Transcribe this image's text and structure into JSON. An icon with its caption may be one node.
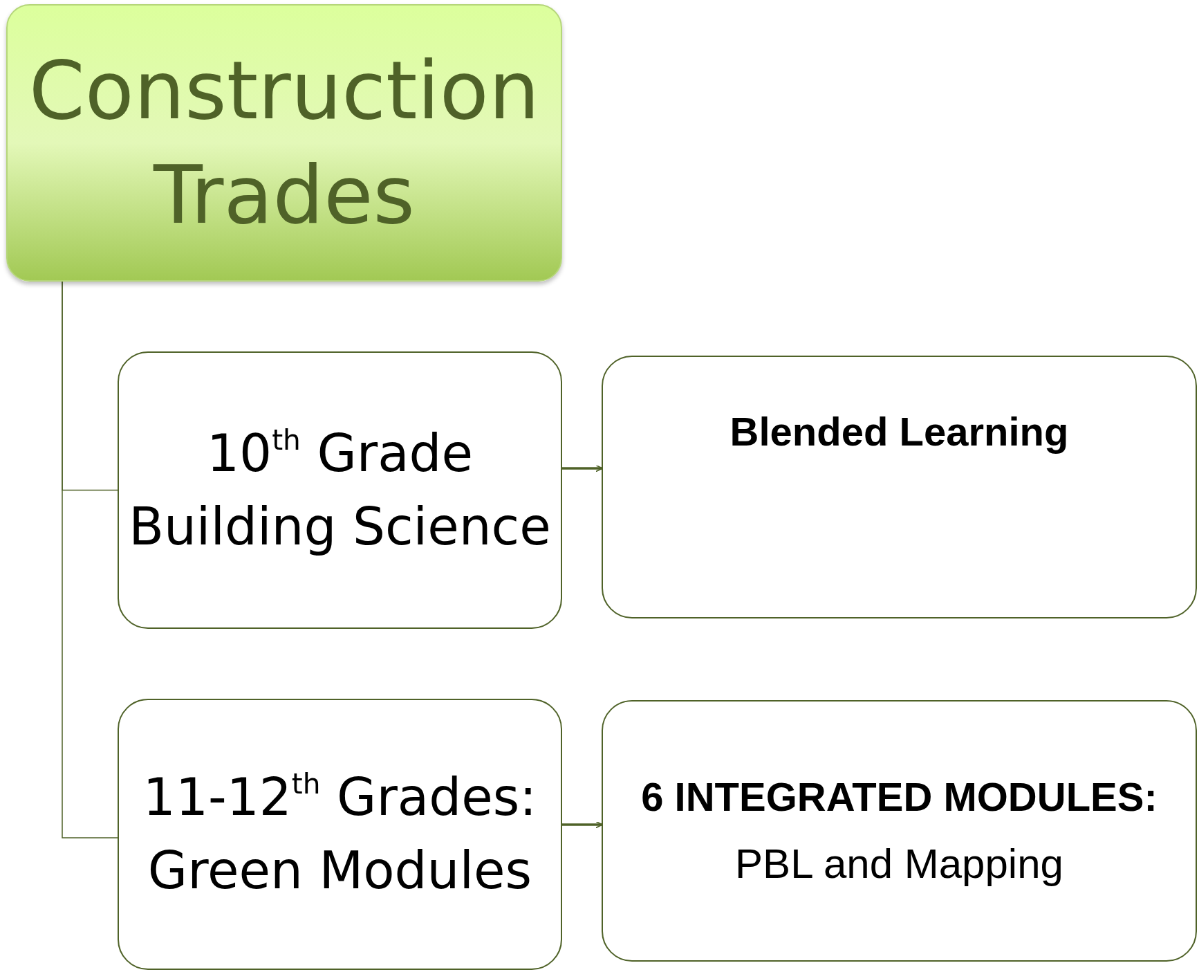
{
  "diagram": {
    "nodes": [
      {
        "text": [
          "Construction Trades"
        ]
      },
      {
        "text": [
          "10$^{th}$ Grade Building Science"
        ]
      },
      {
        "text": [
          "Blended Learning"
        ]
      },
      {
        "text": [
          "11-12$^{th}$ Grades: Green Modules"
        ]
      },
      {
        "text": [
          "6 INTEGRATED MODULES:",
          "PBL and Mapping"
        ]
      }
    ],
    "edges": [
      {
        "from": 0,
        "to": 1,
        "arrow": "none"
      },
      {
        "from": 0,
        "to": 3,
        "arrow": "none"
      },
      {
        "from": 1,
        "to": 2,
        "arrow": "to"
      },
      {
        "from": 3,
        "to": 4,
        "arrow": "to"
      }
    ]
  }
}
